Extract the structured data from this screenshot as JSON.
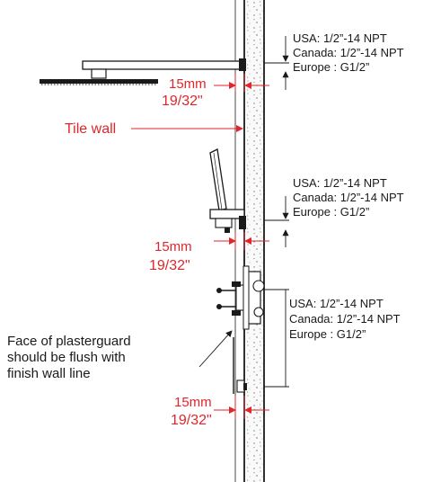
{
  "colors": {
    "annotation": "#e0262b",
    "line": "#1a1a1a",
    "wall_fill": "#fafafa"
  },
  "spec_blocks": [
    {
      "usa": "USA:  1/2”-14  NPT",
      "canada": "Canada: 1/2”-14 NPT",
      "europe": "Europe : G1/2”"
    },
    {
      "usa": "USA:  1/2”-14  NPT",
      "canada": "Canada: 1/2”-14 NPT",
      "europe": "Europe : G1/2”"
    },
    {
      "usa": "USA:  1/2”-14  NPT",
      "canada": "Canada: 1/2”-14 NPT",
      "europe": "Europe : G1/2”"
    }
  ],
  "offsets": [
    {
      "mm": "15mm",
      "inch": "19/32\""
    },
    {
      "mm": "15mm",
      "inch": "19/32\""
    },
    {
      "mm": "15mm",
      "inch": "19/32\""
    }
  ],
  "tile_wall_label": "Tile wall",
  "plasterguard_note": [
    "Face of plasterguard",
    "should be flush with",
    "finish wall line"
  ]
}
